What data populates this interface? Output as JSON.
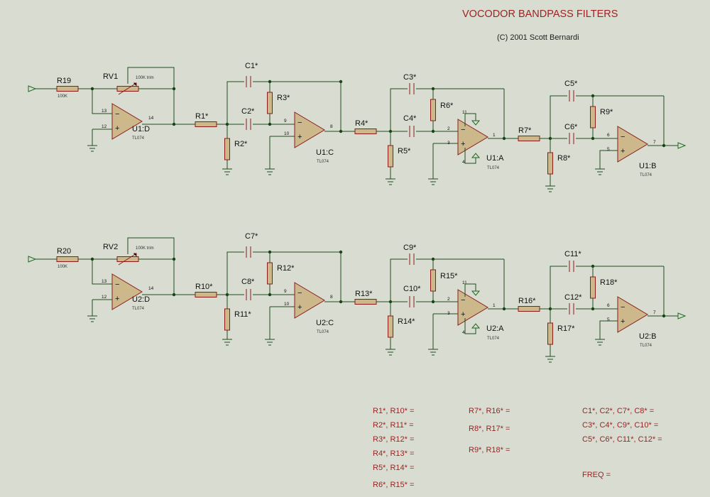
{
  "title": "VOCODOR BANDPASS FILTERS",
  "copyright": "(C) 2001 Scott Bernardi",
  "colors": {
    "wire": "#1e4d1e",
    "device": "#8b1b1b",
    "body": "#cdb88c",
    "text": "#9b2323",
    "background": "#d9ddd1"
  },
  "channels": [
    {
      "rin": "R19",
      "rin_val": "100K",
      "rv": "RV1",
      "rv_val": "100K trim",
      "u1": "U1:D",
      "u1_pins": [
        "13",
        "12",
        "14"
      ],
      "r_a": "R1*",
      "r_b": "R2*",
      "c_a": "C1*",
      "c_b": "C2*",
      "r_c": "R3*",
      "u2": "U1:C",
      "u2_pins": [
        "9",
        "10",
        "8"
      ],
      "r_d": "R4*",
      "r_e": "R5*",
      "c_c": "C3*",
      "c_d": "C4*",
      "r_f": "R6*",
      "u3": "U1:A",
      "u3_pins": [
        "2",
        "3",
        "1",
        "11",
        "4"
      ],
      "r_g": "R7*",
      "r_h": "R8*",
      "c_e": "C5*",
      "c_f": "C6*",
      "r_i": "R9*",
      "u4": "U1:B",
      "u4_pins": [
        "6",
        "5",
        "7"
      ],
      "part": "TL074"
    },
    {
      "rin": "R20",
      "rin_val": "100K",
      "rv": "RV2",
      "rv_val": "100K trim",
      "u1": "U2:D",
      "u1_pins": [
        "13",
        "12",
        "14"
      ],
      "r_a": "R10*",
      "r_b": "R11*",
      "c_a": "C7*",
      "c_b": "C8*",
      "r_c": "R12*",
      "u2": "U2:C",
      "u2_pins": [
        "9",
        "10",
        "8"
      ],
      "r_d": "R13*",
      "r_e": "R14*",
      "c_c": "C9*",
      "c_d": "C10*",
      "r_f": "R15*",
      "u3": "U2:A",
      "u3_pins": [
        "2",
        "3",
        "1",
        "11",
        "4"
      ],
      "r_g": "R16*",
      "r_h": "R17*",
      "c_e": "C11*",
      "c_f": "C12*",
      "r_i": "R18*",
      "u4": "U2:B",
      "u4_pins": [
        "6",
        "5",
        "7"
      ],
      "part": "TL074"
    }
  ],
  "notes": {
    "col1": [
      "R1*, R10* =",
      "R2*, R11* =",
      "R3*, R12* =",
      "R4*, R13* =",
      "R5*, R14* =",
      "R6*, R15* ="
    ],
    "col2": [
      "R7*, R16* =",
      "R8*, R17* =",
      "R9*, R18* ="
    ],
    "col3": [
      "C1*, C2*, C7*, C8* =",
      "C3*, C4*, C9*, C10* =",
      "C5*, C6*, C11*, C12* ="
    ],
    "freq": "FREQ ="
  }
}
